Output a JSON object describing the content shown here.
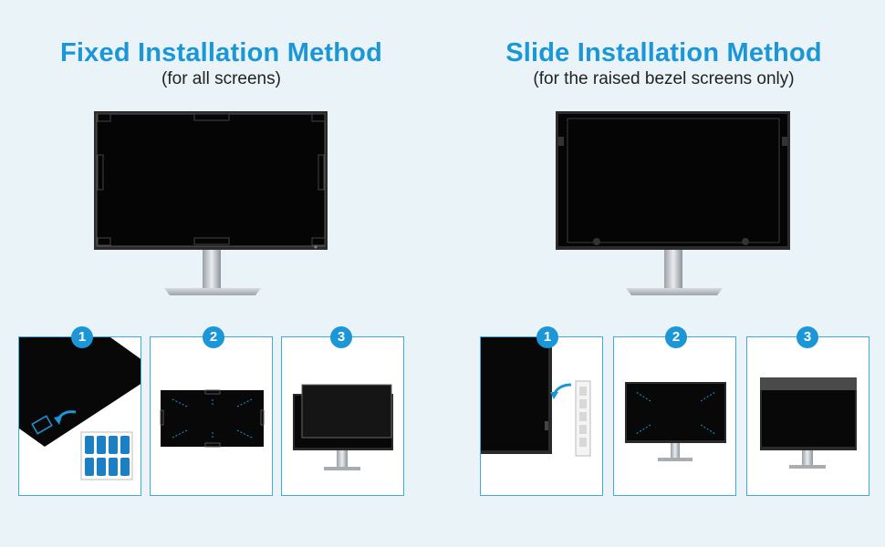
{
  "left": {
    "title": "Fixed Installation Method",
    "subtitle": "(for all screens)",
    "steps": [
      "1",
      "2",
      "3"
    ]
  },
  "right": {
    "title": "Slide Installation Method",
    "subtitle": "(for the raised bezel screens only)",
    "steps": [
      "1",
      "2",
      "3"
    ]
  },
  "colors": {
    "accent": "#1b96d6",
    "background": "#eaf3f8",
    "screen": "#050505"
  }
}
